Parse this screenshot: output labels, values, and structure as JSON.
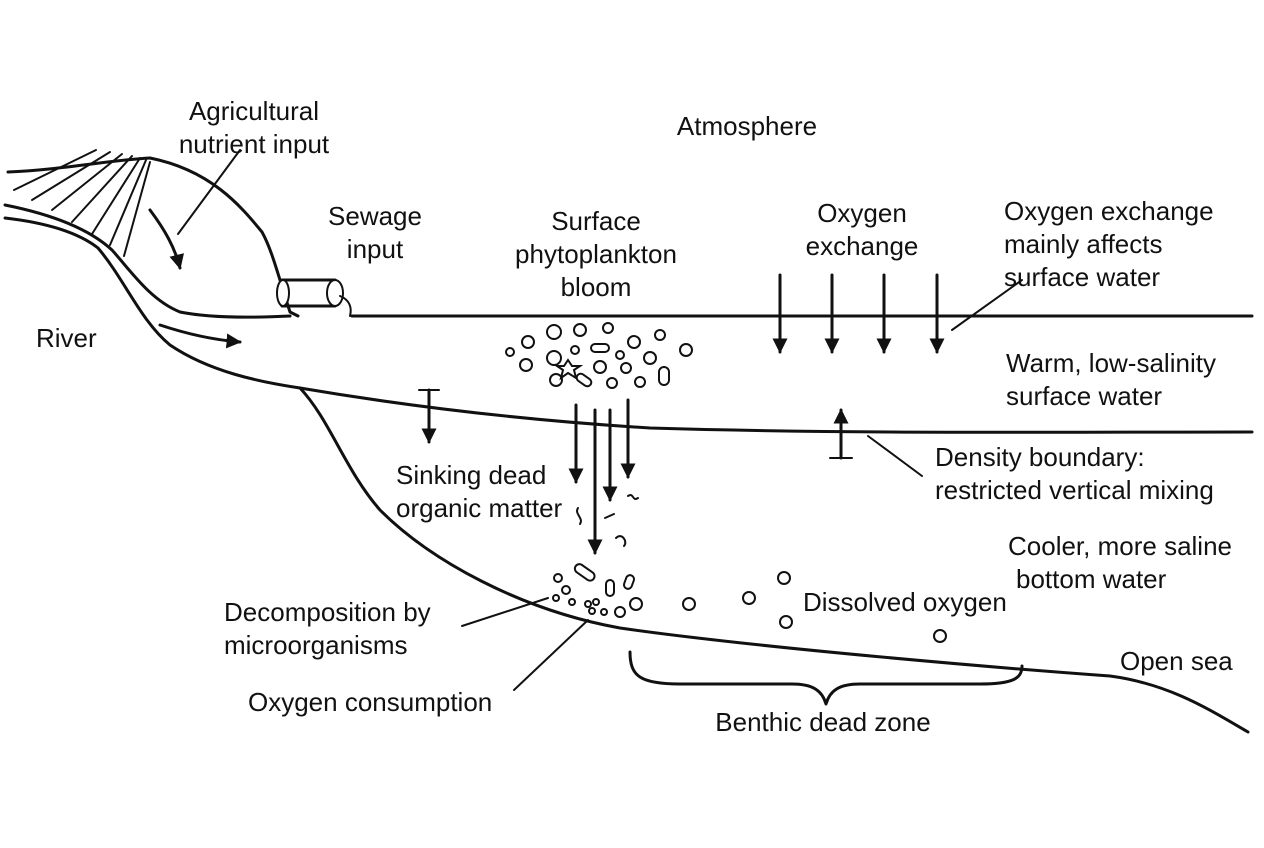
{
  "labels": {
    "agri_line1": "Agricultural",
    "agri_line2": "nutrient input",
    "atmosphere": "Atmosphere",
    "sewage_line1": "Sewage",
    "sewage_line2": "input",
    "bloom_line1": "Surface",
    "bloom_line2": "phytoplankton",
    "bloom_line3": "bloom",
    "oxy_ex_line1": "Oxygen",
    "oxy_ex_line2": "exchange",
    "oxy_aff_line1": "Oxygen exchange",
    "oxy_aff_line2": "mainly affects",
    "oxy_aff_line3": "surface water",
    "river": "River",
    "warm_line1": "Warm, low-salinity",
    "warm_line2": "surface water",
    "sink_line1": "Sinking dead",
    "sink_line2": "organic matter",
    "density_line1": "Density boundary:",
    "density_line2": "restricted vertical mixing",
    "cool_line1": "Cooler, more saline",
    "cool_line2": "bottom water",
    "decomp_line1": "Decomposition by",
    "decomp_line2": "microorganisms",
    "dissolved_oxygen": "Dissolved oxygen",
    "open_sea": "Open sea",
    "oxygen_consumption": "Oxygen consumption",
    "dead_zone": "Benthic dead zone"
  }
}
